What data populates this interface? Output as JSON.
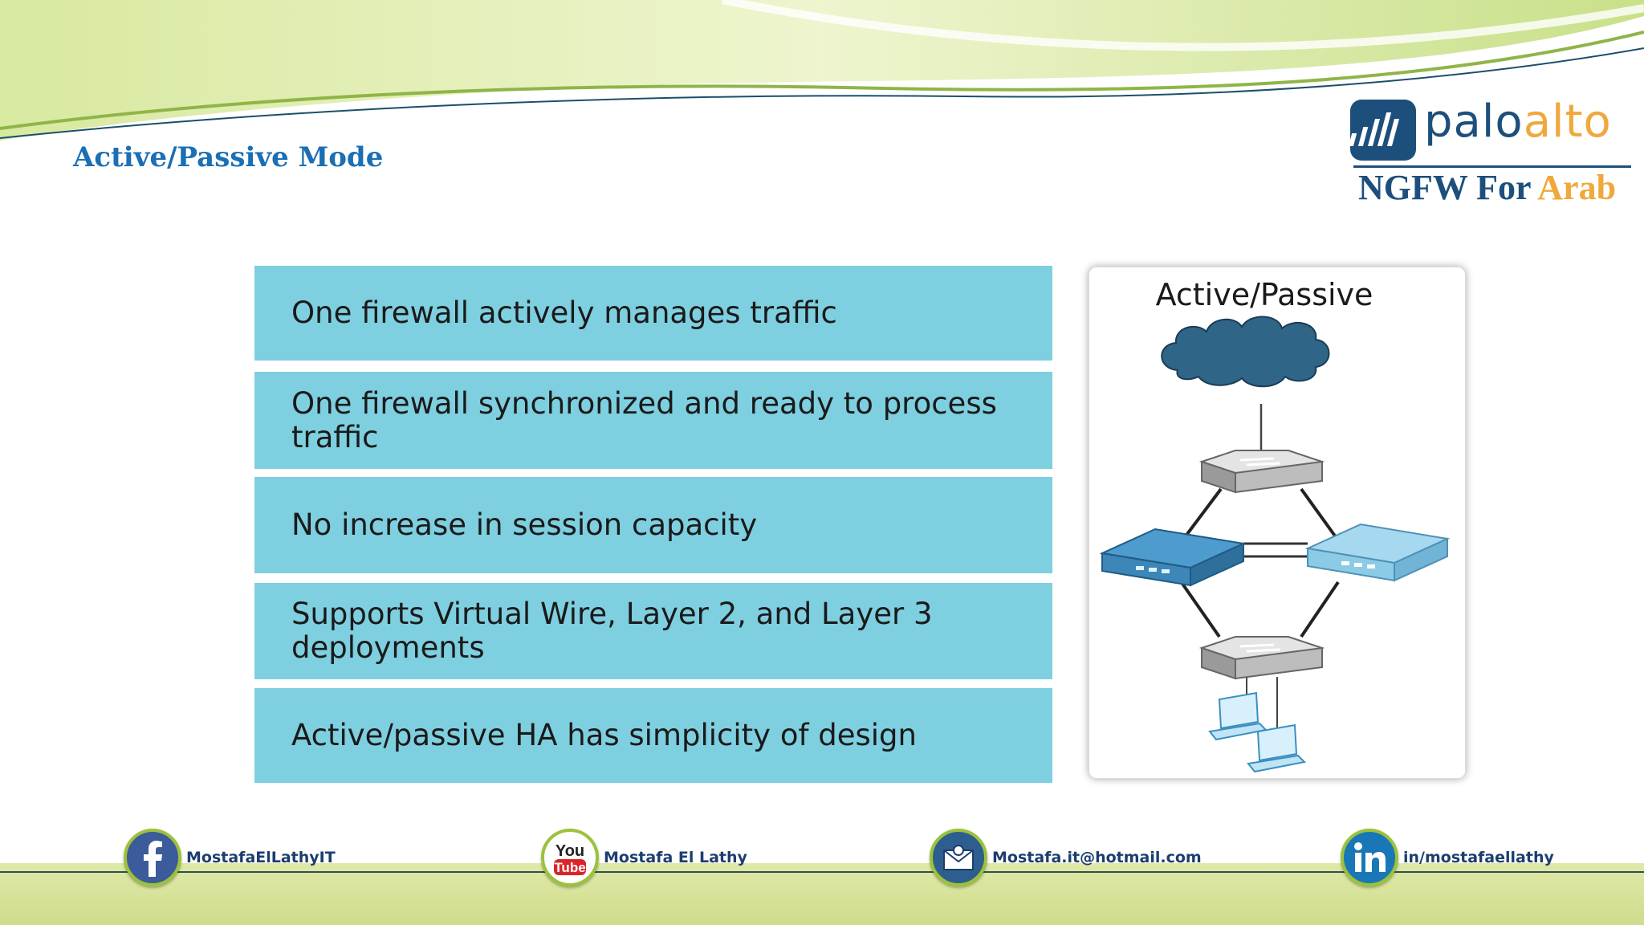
{
  "slide": {
    "title": "Active/Passive Mode"
  },
  "logo": {
    "brand_part1": "palo",
    "brand_part2": "alto",
    "tagline_part1": "NGFW For",
    "tagline_part2": "Arab"
  },
  "features": [
    {
      "text": "One firewall actively manages traffic"
    },
    {
      "text": "One firewall synchronized and ready to process traffic"
    },
    {
      "text": "No increase in session capacity"
    },
    {
      "text": "Supports Virtual Wire, Layer 2, and Layer 3 deployments"
    },
    {
      "text": "Active/passive HA has simplicity of design"
    }
  ],
  "diagram": {
    "title": "Active/Passive",
    "icons": [
      "cloud-icon",
      "switch-icon",
      "firewall-active-icon",
      "firewall-passive-icon",
      "laptop-icon"
    ]
  },
  "footer": {
    "contacts": [
      {
        "icon": "facebook-icon",
        "label": "MostafaElLathyIT"
      },
      {
        "icon": "youtube-icon",
        "label": "Mostafa El Lathy"
      },
      {
        "icon": "mail-icon",
        "label": "Mostafa.it@hotmail.com"
      },
      {
        "icon": "linkedin-icon",
        "label": "in/mostafaellathy"
      }
    ]
  },
  "colors": {
    "title": "#1a6fb5",
    "feature_box": "#7ecfe0",
    "cloud": "#2f6587",
    "firewall_active": "#3c86b8",
    "firewall_passive": "#8ccbe6",
    "logo_blue": "#1d4f7c",
    "logo_orange": "#f0a83c",
    "footer_band": "#d5e095"
  }
}
